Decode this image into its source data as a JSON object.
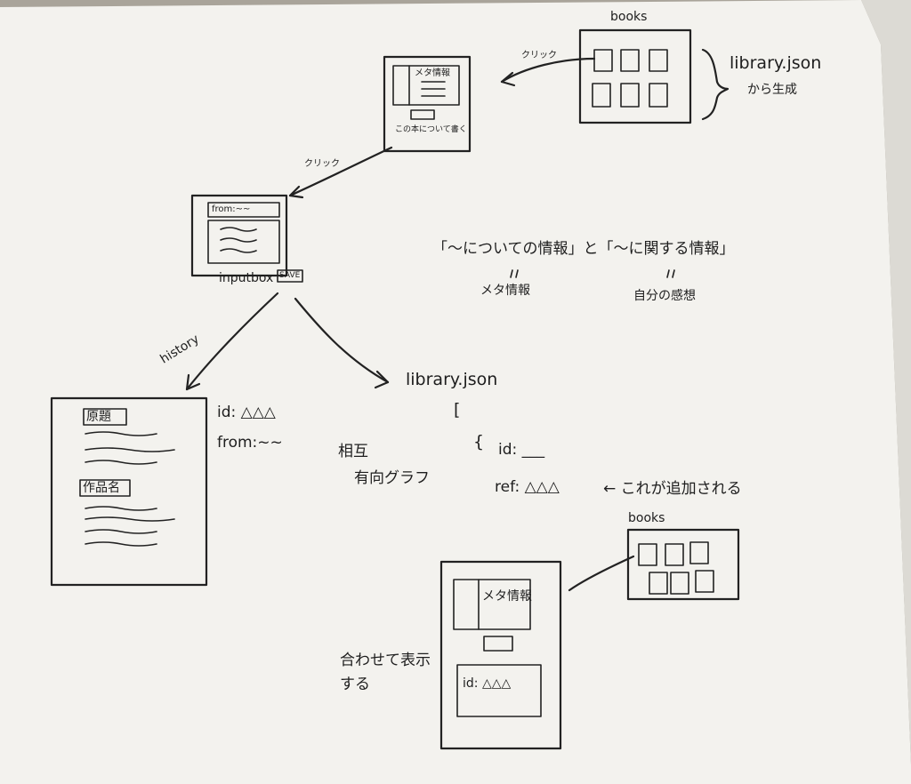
{
  "colors": {
    "paper": "#f3f2ee",
    "ink": "#222222",
    "background": "#a9a49a"
  },
  "labels": {
    "books_top": "books",
    "click_top": "クリック",
    "library_json_top": "library.json",
    "generate_from": "から生成",
    "meta_info_small": "メタ情報",
    "write_here": "この本について書く",
    "click_mid": "クリック",
    "from_field": "from:~~",
    "inputbox": "inputbox",
    "save": "SAVE",
    "info_phrases": "「～についての情報」と「～に関する情報」",
    "meta_info_mid": "メタ情報",
    "own_thoughts": "自分の感想",
    "history": "history",
    "library_json_mid": "library.json",
    "card_title_1": "原題",
    "card_title_2": "作品名",
    "id_field": "id: △△△",
    "from_field_2": "from:~~",
    "mutual": "相互",
    "directed_graph": "有向グラフ",
    "bracket_open": "[",
    "brace_open": "{",
    "id_json": "id: ___",
    "ref_field": "ref: △△△",
    "added_note": "← これが追加される",
    "books_bottom": "books",
    "meta_info_bottom": "メタ情報",
    "id_bottom": "id: △△△",
    "display_together": "合わせて表示する"
  }
}
